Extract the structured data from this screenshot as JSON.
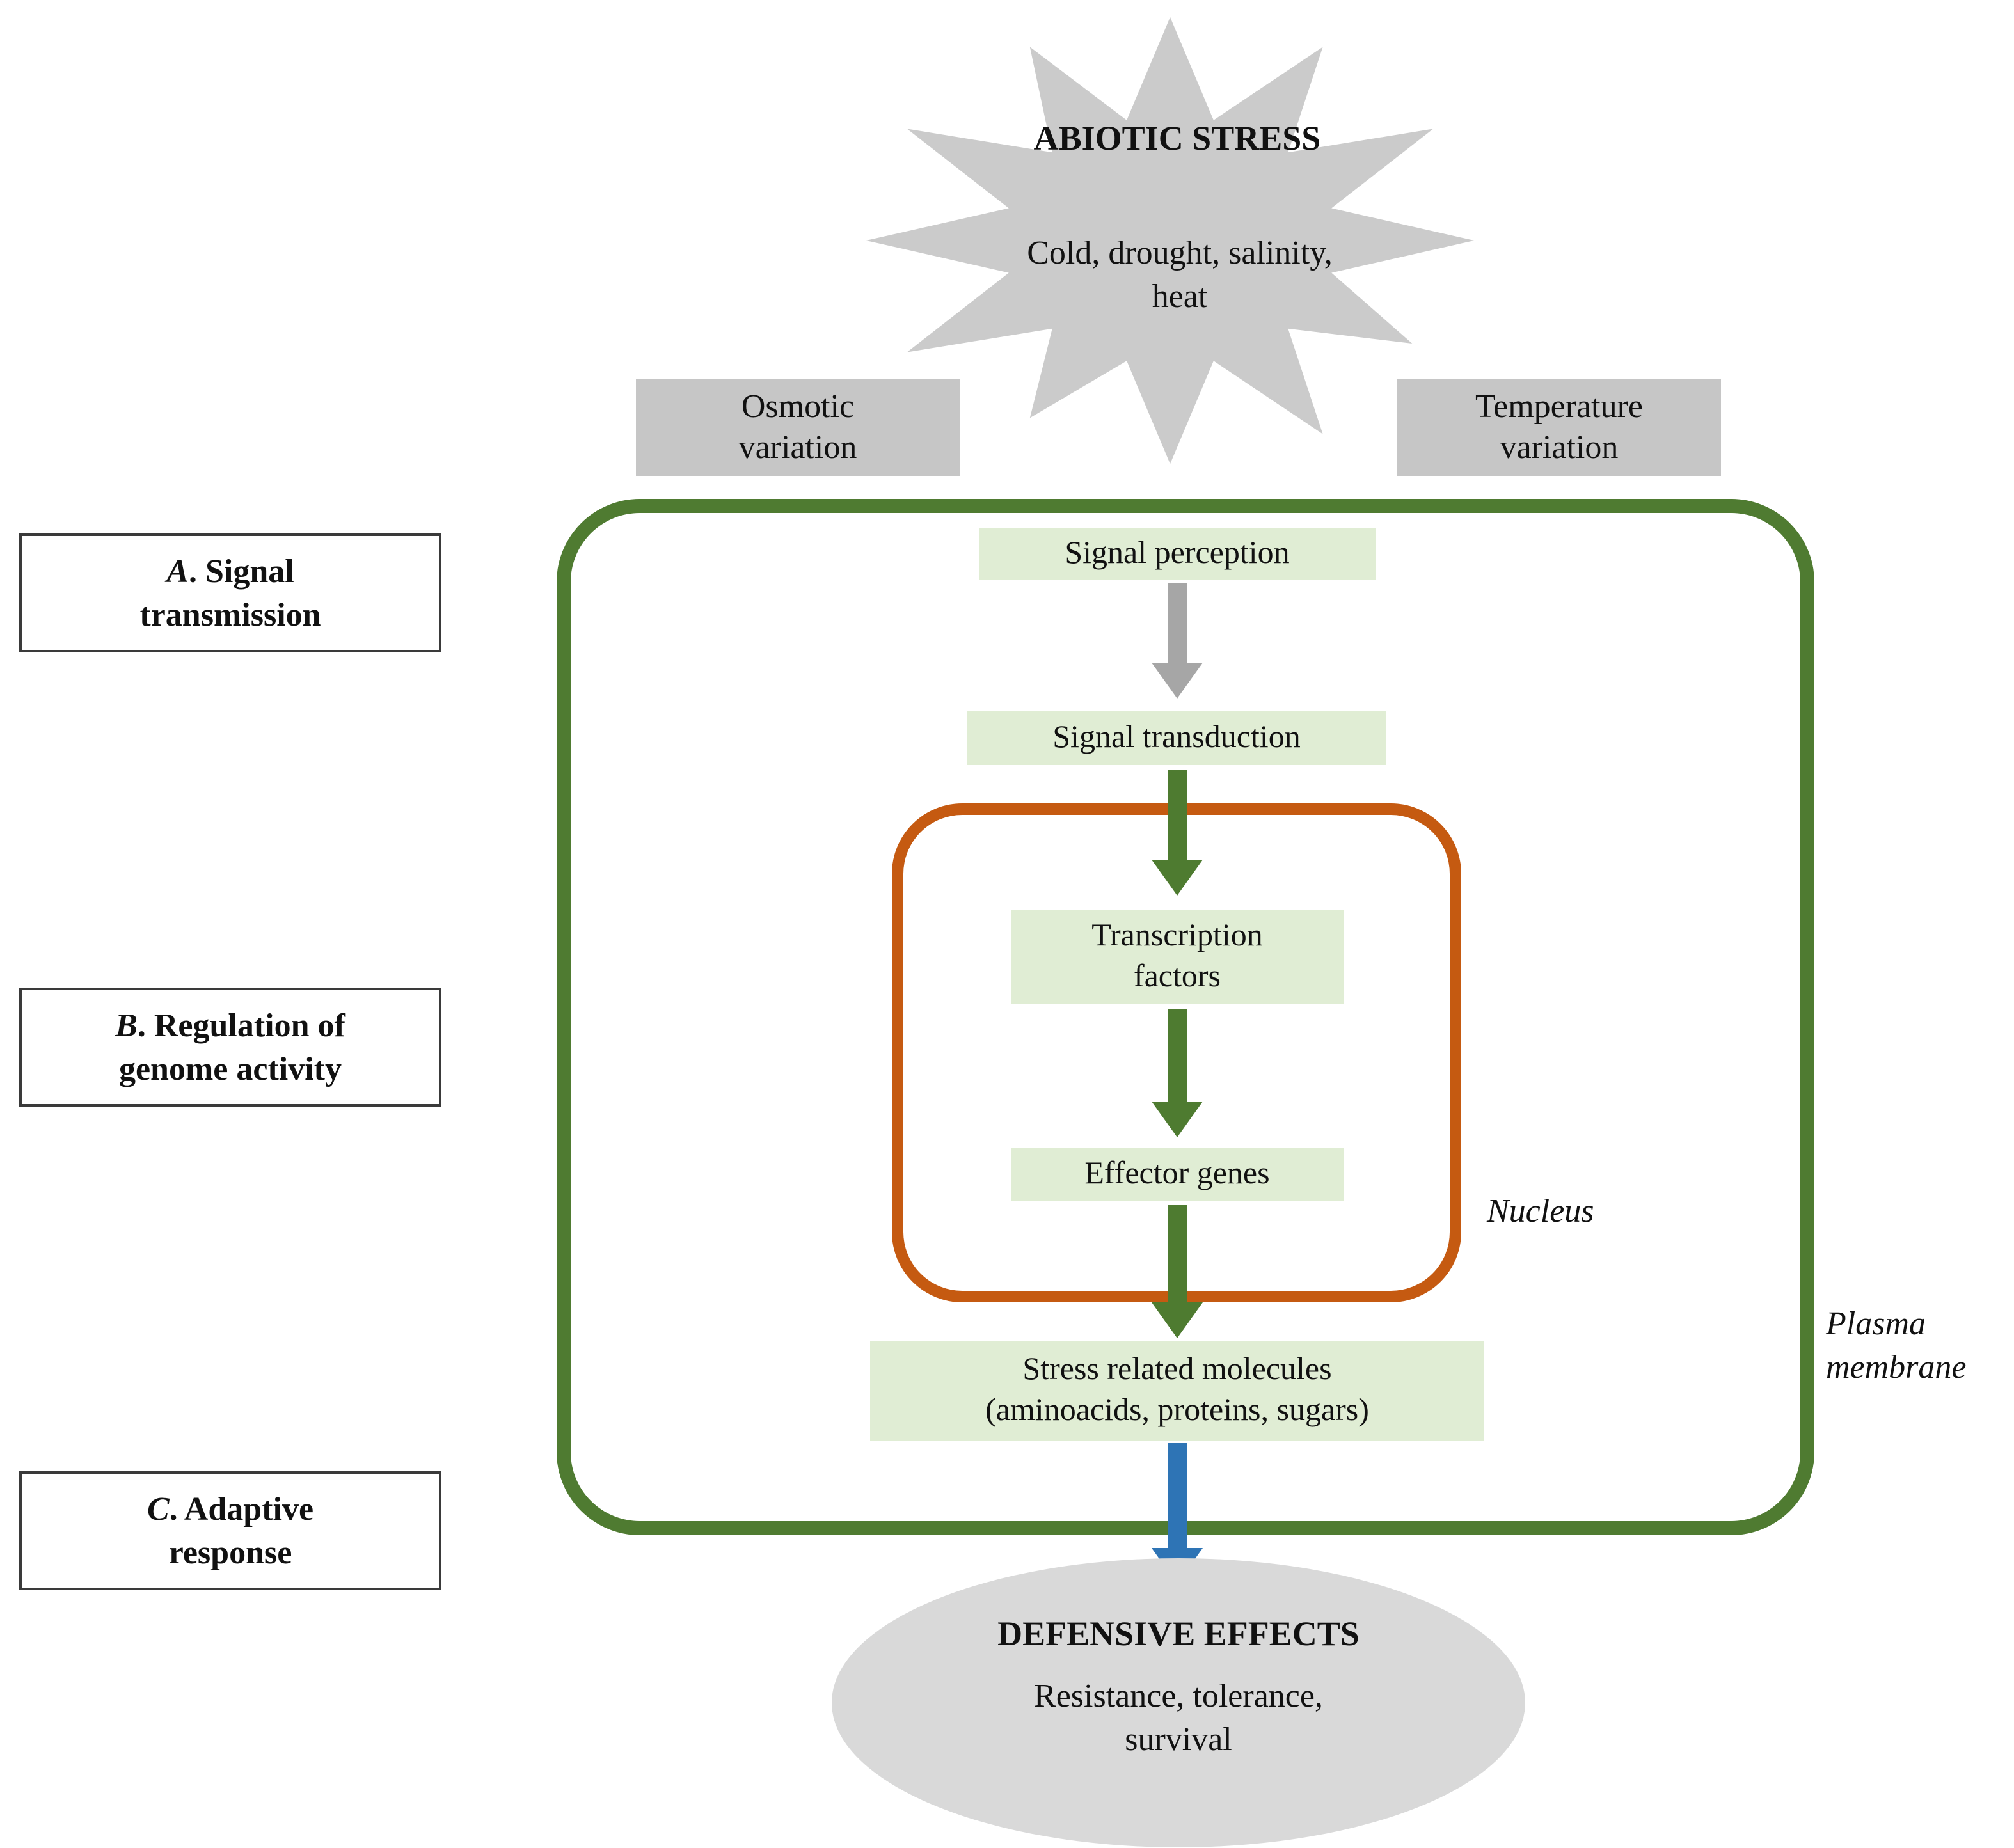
{
  "burst": {
    "title": "ABIOTIC STRESS",
    "subtitle": "Cold, drought, salinity, heat"
  },
  "stimuli": {
    "osmotic": "Osmotic variation",
    "temperature": "Temperature variation"
  },
  "stages": [
    {
      "letter": "A",
      "label": ". Signal transmission"
    },
    {
      "letter": "B",
      "label": ". Regulation of genome activity"
    },
    {
      "letter": "C",
      "label": ". Adaptive response"
    }
  ],
  "flow": {
    "signal_perception": "Signal perception",
    "signal_transduction": "Signal transduction",
    "transcription_factors": "Transcription factors",
    "effector_genes": "Effector genes",
    "stress_molecules": [
      "Stress related molecules",
      "(aminoacids, proteins, sugars)"
    ]
  },
  "compartments": {
    "nucleus": "Nucleus",
    "plasma_membrane": "Plasma membrane"
  },
  "outcome": {
    "title": "DEFENSIVE EFFECTS",
    "subtitle": "Resistance, tolerance, survival"
  },
  "colors": {
    "membrane_green": "#4f7b31",
    "arrow_green": "#4e7b30",
    "nucleus_orange": "#c55a11",
    "arrow_gray": "#a6a6a6",
    "arrow_blue": "#2e74b5",
    "box_green": "#e0edd4",
    "box_gray": "#c6c6c6",
    "burst_gray": "#cbcbcb",
    "ellipse_gray": "#d9d9d9"
  }
}
